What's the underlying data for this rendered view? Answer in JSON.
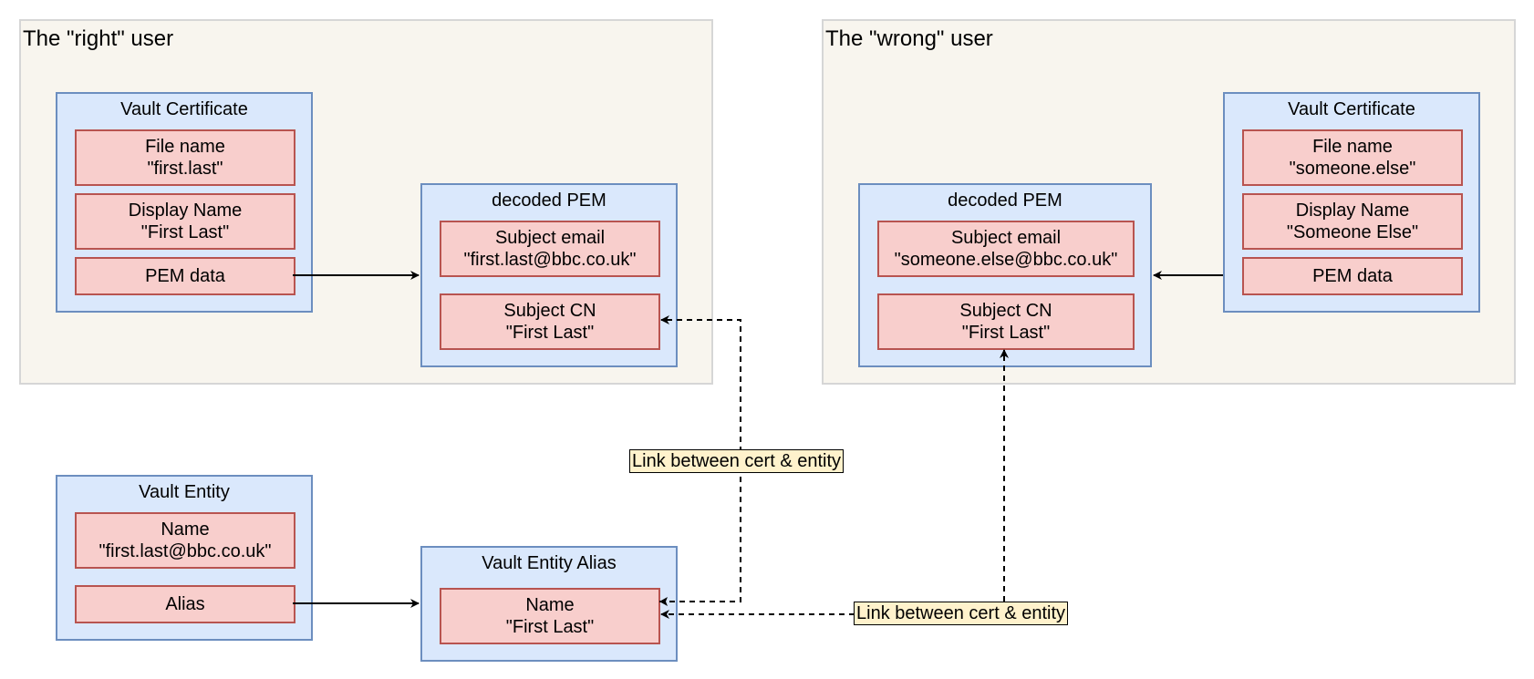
{
  "right_user": {
    "title": "The \"right\" user",
    "vault_certificate": {
      "title": "Vault Certificate",
      "file_name": {
        "label": "File name",
        "value": "\"first.last\""
      },
      "display_name": {
        "label": "Display Name",
        "value": "\"First Last\""
      },
      "pem_data": "PEM data"
    },
    "decoded_pem": {
      "title": "decoded PEM",
      "subject_email": {
        "label": "Subject email",
        "value": "\"first.last@bbc.co.uk\""
      },
      "subject_cn": {
        "label": "Subject CN",
        "value": "\"First Last\""
      }
    }
  },
  "wrong_user": {
    "title": "The \"wrong\" user",
    "vault_certificate": {
      "title": "Vault Certificate",
      "file_name": {
        "label": "File name",
        "value": "\"someone.else\""
      },
      "display_name": {
        "label": "Display Name",
        "value": "\"Someone Else\""
      },
      "pem_data": "PEM data"
    },
    "decoded_pem": {
      "title": "decoded PEM",
      "subject_email": {
        "label": "Subject email",
        "value": "\"someone.else@bbc.co.uk\""
      },
      "subject_cn": {
        "label": "Subject CN",
        "value": "\"First Last\""
      }
    }
  },
  "vault_entity": {
    "title": "Vault Entity",
    "name": {
      "label": "Name",
      "value": "\"first.last@bbc.co.uk\""
    },
    "alias": "Alias"
  },
  "vault_entity_alias": {
    "title": "Vault Entity Alias",
    "name": {
      "label": "Name",
      "value": "\"First Last\""
    }
  },
  "links": {
    "right_link_label": "Link between cert & entity",
    "wrong_link_label": "Link between cert & entity"
  },
  "colors": {
    "group_fill": "#f8f5ee",
    "container_fill": "#dae8fc",
    "container_border": "#6c8ebf",
    "field_fill": "#f8cecc",
    "field_border": "#b85450",
    "label_fill": "#fff2cc"
  }
}
